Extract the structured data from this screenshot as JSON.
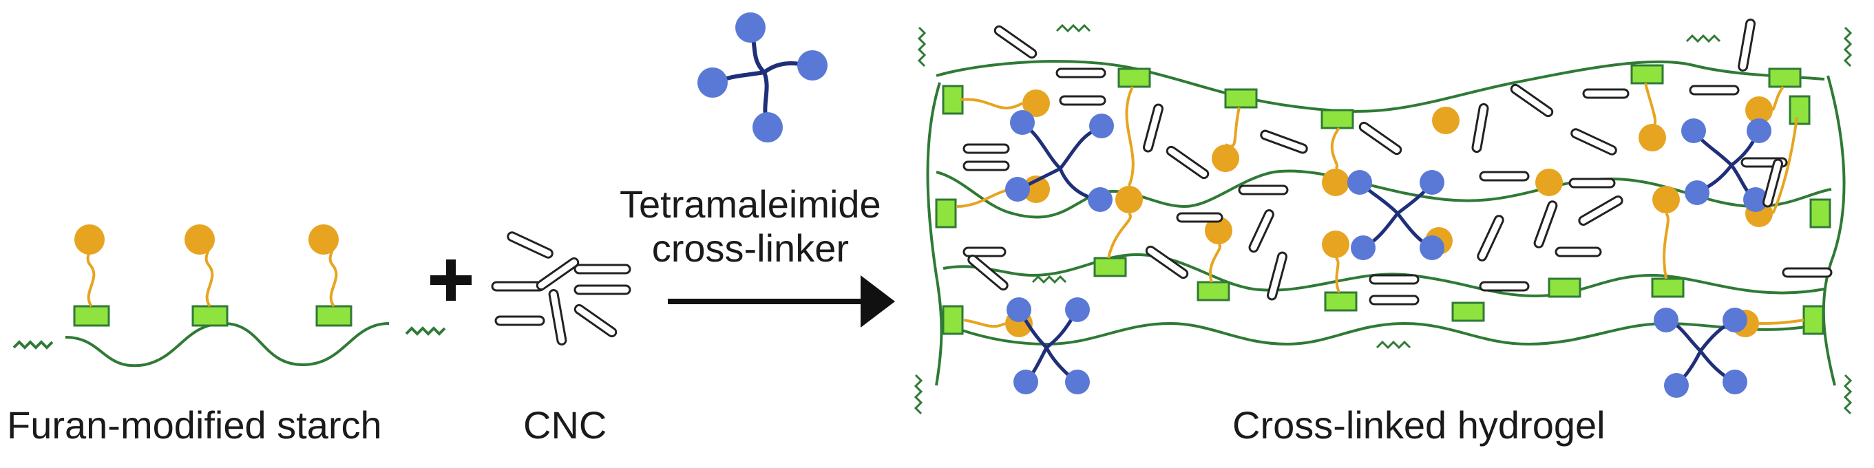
{
  "labels": {
    "starch": "Furan-modified starch",
    "cnc": "CNC",
    "linker_line1": "Tetramaleimide",
    "linker_line2": "cross-linker",
    "hydrogel": "Cross-linked hydrogel"
  },
  "operators": {
    "plus": "+"
  },
  "colors": {
    "chain_green": "#2f7a35",
    "box_green": "#8fe33f",
    "furan_orange": "#e6a420",
    "linker_navy": "#1f2f7a",
    "linker_blue": "#5a78d6",
    "rod_outline": "#222222",
    "arrow_black": "#111111"
  },
  "icons": [
    "furan-group-icon",
    "maleimide-ball-icon",
    "cnc-rod-icon",
    "reaction-arrow-icon",
    "plus-icon"
  ]
}
